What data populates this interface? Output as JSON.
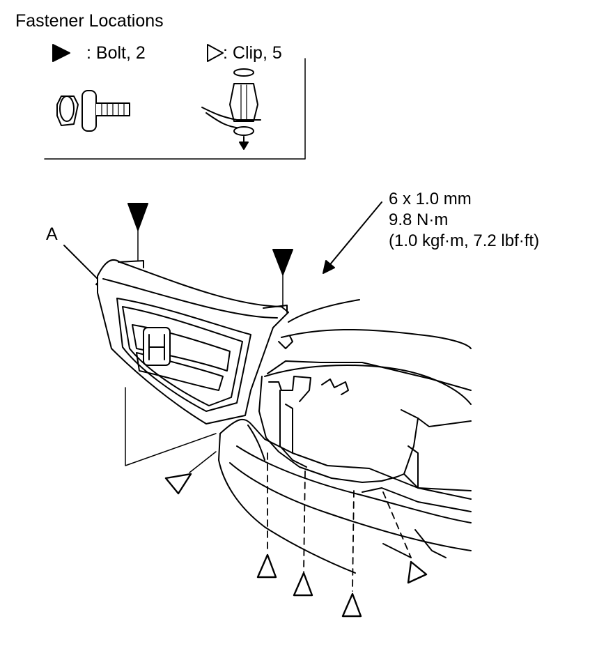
{
  "title": "Fastener Locations",
  "legend": {
    "bolt": {
      "label": ": Bolt, 2",
      "icon": "filled-triangle-icon"
    },
    "clip": {
      "label": ": Clip, 5",
      "icon": "outline-triangle-icon"
    }
  },
  "torque_spec": {
    "size": "6 x 1.0 mm",
    "torque_nm": "9.8 N·m",
    "torque_alt": "(1.0 kgf·m, 7.2 lbf·ft)"
  },
  "callout": "A"
}
